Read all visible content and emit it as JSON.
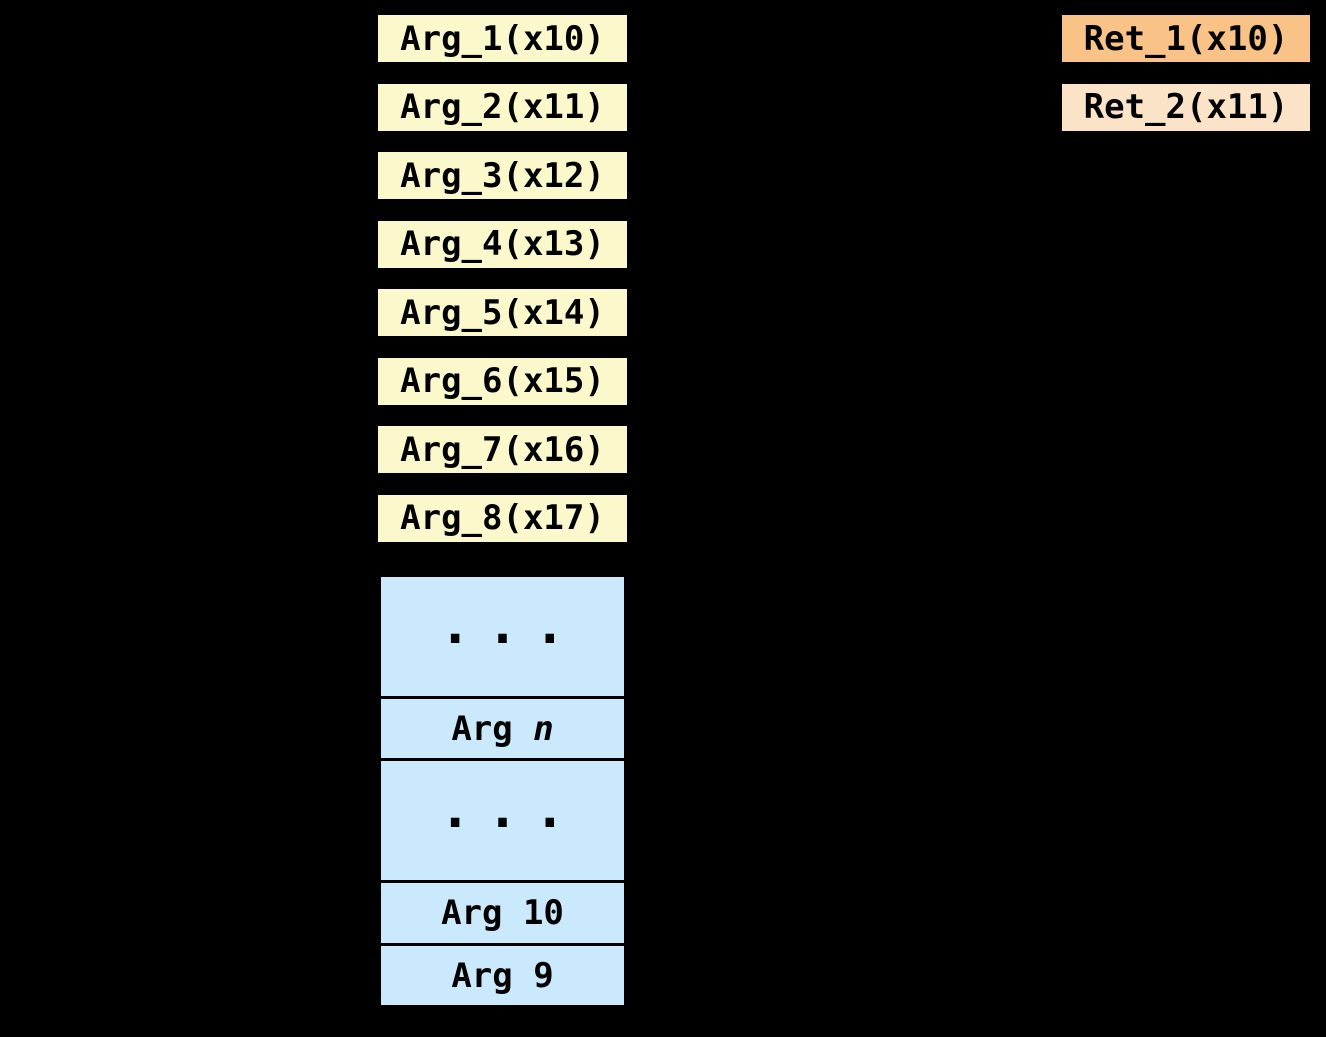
{
  "diagram": {
    "background": "#000000",
    "text_color": "#000000",
    "border_color": "#000000"
  },
  "arg_registers": {
    "fill": "#FBF9CB",
    "items": [
      {
        "label": "Arg_1(x10)"
      },
      {
        "label": "Arg_2(x11)"
      },
      {
        "label": "Arg_3(x12)"
      },
      {
        "label": "Arg_4(x13)"
      },
      {
        "label": "Arg_5(x14)"
      },
      {
        "label": "Arg_6(x15)"
      },
      {
        "label": "Arg_7(x16)"
      },
      {
        "label": "Arg_8(x17)"
      }
    ]
  },
  "ret_registers": {
    "items": [
      {
        "label": "Ret_1(x10)",
        "fill": "#F9C286"
      },
      {
        "label": "Ret_2(x11)",
        "fill": "#FBE3C7"
      }
    ]
  },
  "stack": {
    "fill": "#CBE9FC",
    "rows": [
      {
        "type": "dots",
        "label": "..."
      },
      {
        "type": "label",
        "prefix": "Arg ",
        "var": "n"
      },
      {
        "type": "dots",
        "label": "..."
      },
      {
        "type": "label",
        "label": "Arg 10"
      },
      {
        "type": "label",
        "label": "Arg 9"
      }
    ]
  }
}
